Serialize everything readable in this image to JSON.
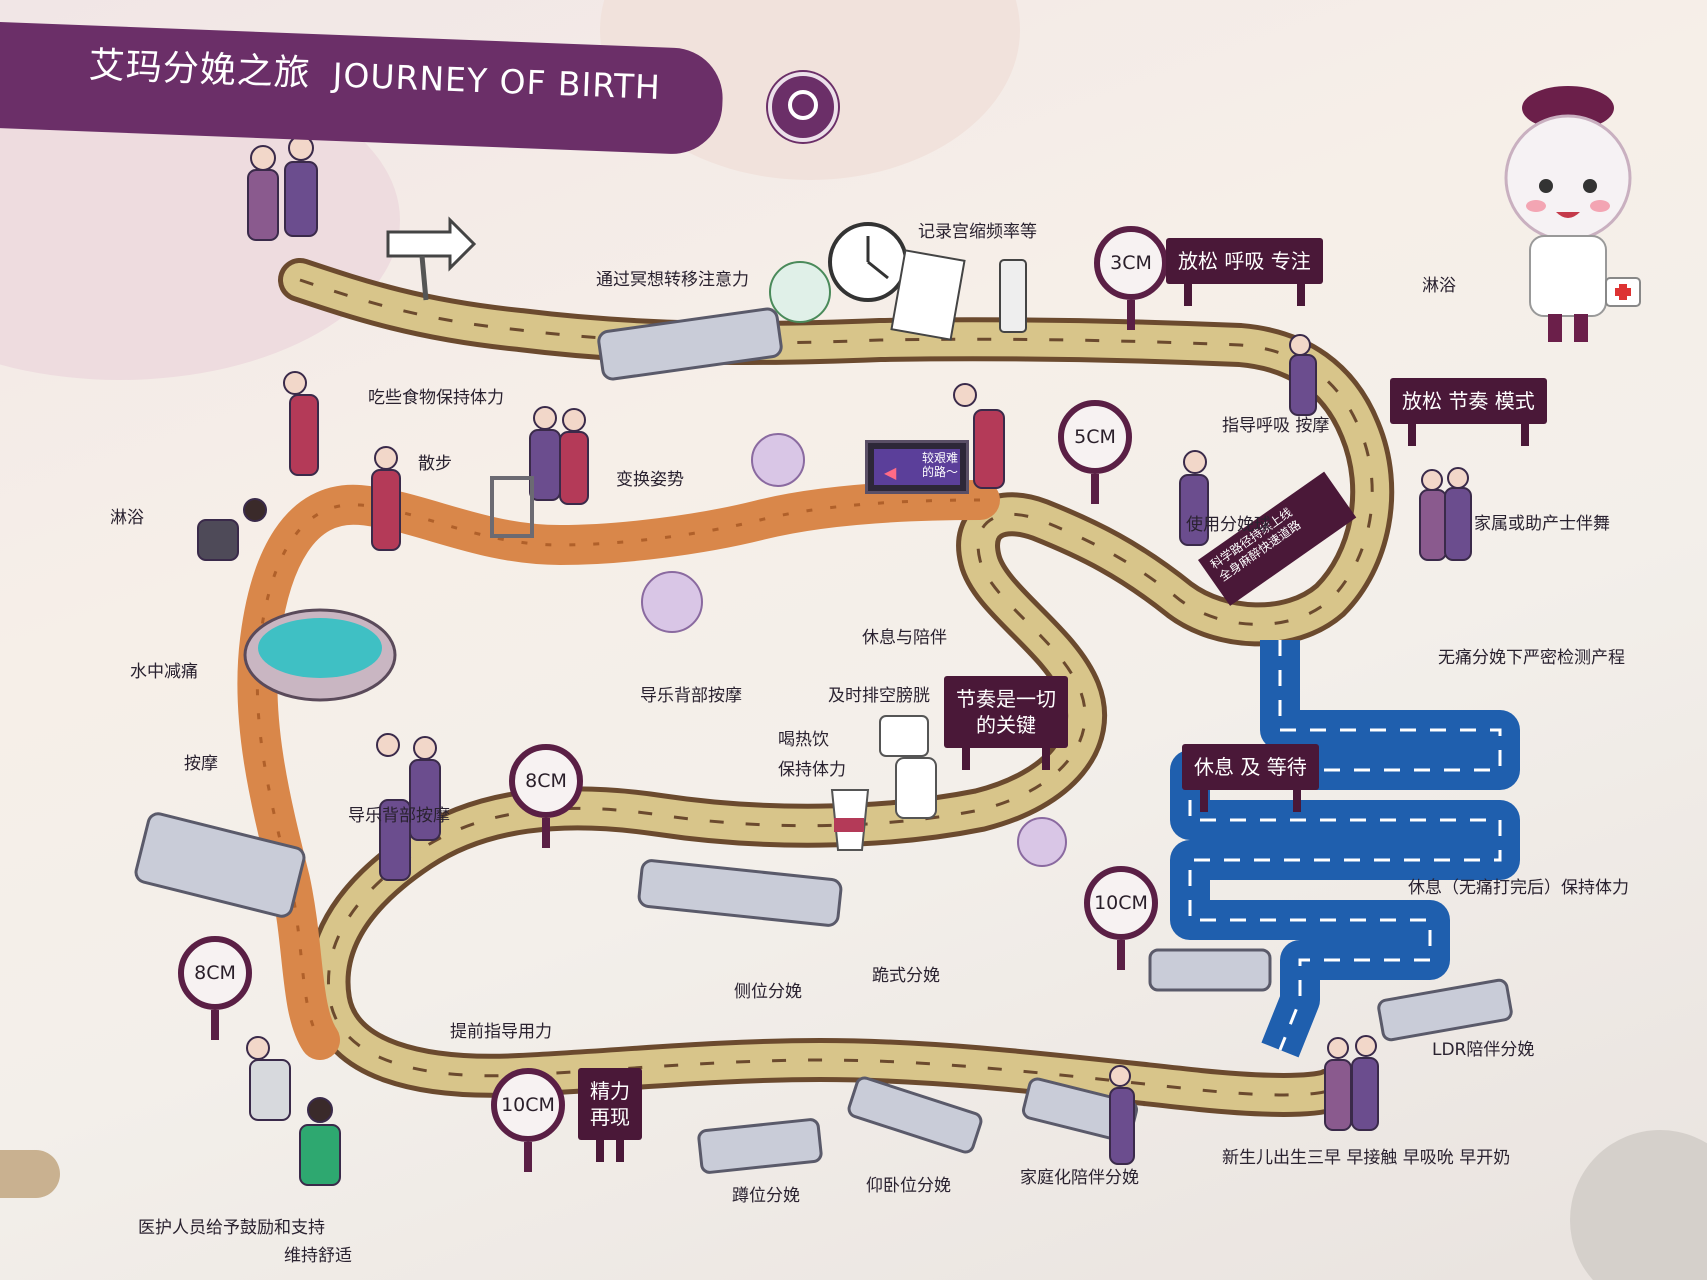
{
  "title": {
    "zh": "艾玛分娩之旅",
    "en": "JOURNEY OF BIRTH"
  },
  "colors": {
    "brand": "#6b2f68",
    "path_brick": "#d8c58a",
    "path_mortar": "#6b4a2e",
    "dirt": "#d9874a",
    "blue_path": "#1f5fae"
  },
  "markers": [
    "3CM",
    "5CM",
    "8CM",
    "8CM",
    "10CM",
    "10CM"
  ],
  "signs": {
    "relax_breathe": "放松 呼吸 专注",
    "relax_rhythm": "放松 节奏 模式",
    "rhythm_key_l1": "节奏是一切",
    "rhythm_key_l2": "的关键",
    "rest_wait": "休息 及 等待",
    "energy_l1": "精力",
    "energy_l2": "再现",
    "science_l1": "科学路径持续上线",
    "science_l2": "全身麻醉快速道路",
    "screen_l1": "较艰难",
    "screen_l2": "的路～"
  },
  "labels": {
    "meditation": "通过冥想转移注意力",
    "record_contractions": "记录宫缩频率等",
    "shower_top": "淋浴",
    "eat_food": "吃些食物保持体力",
    "walk": "散步",
    "change_position": "变换姿势",
    "guide_breath": "指导呼吸 按摩",
    "family_dance": "家属或助产士伴舞",
    "shower_left": "淋浴",
    "birth_ball": "使用分娩球",
    "rest_accompany": "休息与陪伴",
    "water_relief": "水中减痛",
    "music_massage_1": "导乐背部按摩",
    "empty_bladder": "及时排空膀胱",
    "painless_monitor": "无痛分娩下严密检测产程",
    "drink_hot": "喝热饮",
    "keep_energy": "保持体力",
    "massage": "按摩",
    "music_massage_2": "导乐背部按摩",
    "rest_after": "休息（无痛打完后）保持体力",
    "side_delivery": "侧位分娩",
    "kneel_delivery": "跪式分娩",
    "early_push": "提前指导用力",
    "ldr": "LDR陪伴分娩",
    "squat_delivery": "蹲位分娩",
    "supine_delivery": "仰卧位分娩",
    "family_accompany": "家庭化陪伴分娩",
    "newborn": "新生儿出生三早 早接触 早吸吮 早开奶",
    "staff_encourage": "医护人员给予鼓励和支持",
    "keep_comfort": "维持舒适"
  }
}
